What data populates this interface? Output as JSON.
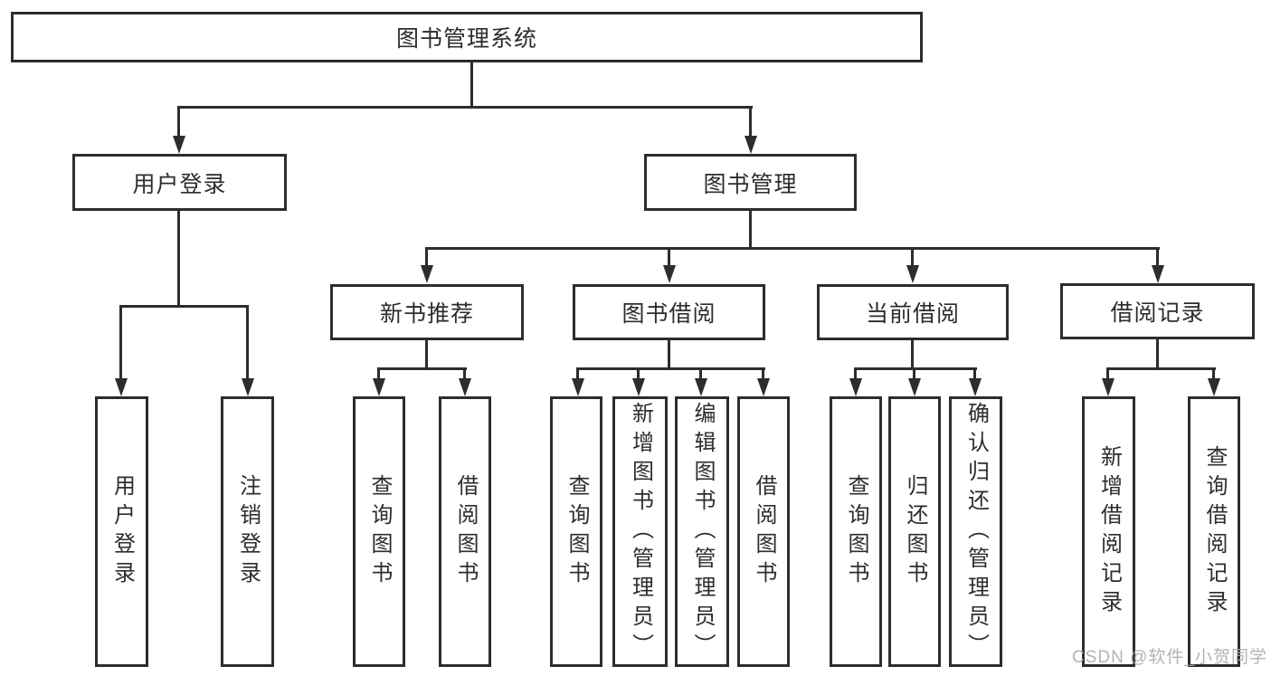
{
  "tree": {
    "root": {
      "label": "图书管理系统"
    },
    "branches": [
      {
        "label": "用户登录",
        "children": [
          {
            "label": "用户登录"
          },
          {
            "label": "注销登录"
          }
        ]
      },
      {
        "label": "图书管理",
        "children": [
          {
            "label": "新书推荐",
            "children": [
              {
                "label": "查询图书"
              },
              {
                "label": "借阅图书"
              }
            ]
          },
          {
            "label": "图书借阅",
            "children": [
              {
                "label": "查询图书"
              },
              {
                "label": "新增图书（管理员）"
              },
              {
                "label": "编辑图书（管理员）"
              },
              {
                "label": "借阅图书"
              }
            ]
          },
          {
            "label": "当前借阅",
            "children": [
              {
                "label": "查询图书"
              },
              {
                "label": "归还图书"
              },
              {
                "label": "确认归还（管理员）"
              }
            ]
          },
          {
            "label": "借阅记录",
            "children": [
              {
                "label": "新增借阅记录"
              },
              {
                "label": "查询借阅记录"
              }
            ]
          }
        ]
      }
    ]
  },
  "watermark": "CSDN @软件_小贺同学",
  "colors": {
    "line": "#2d2d2d",
    "text": "#2d2d2d",
    "box_background": "#ffffff",
    "page_background": "#ffffff",
    "watermark": "#ababab"
  }
}
